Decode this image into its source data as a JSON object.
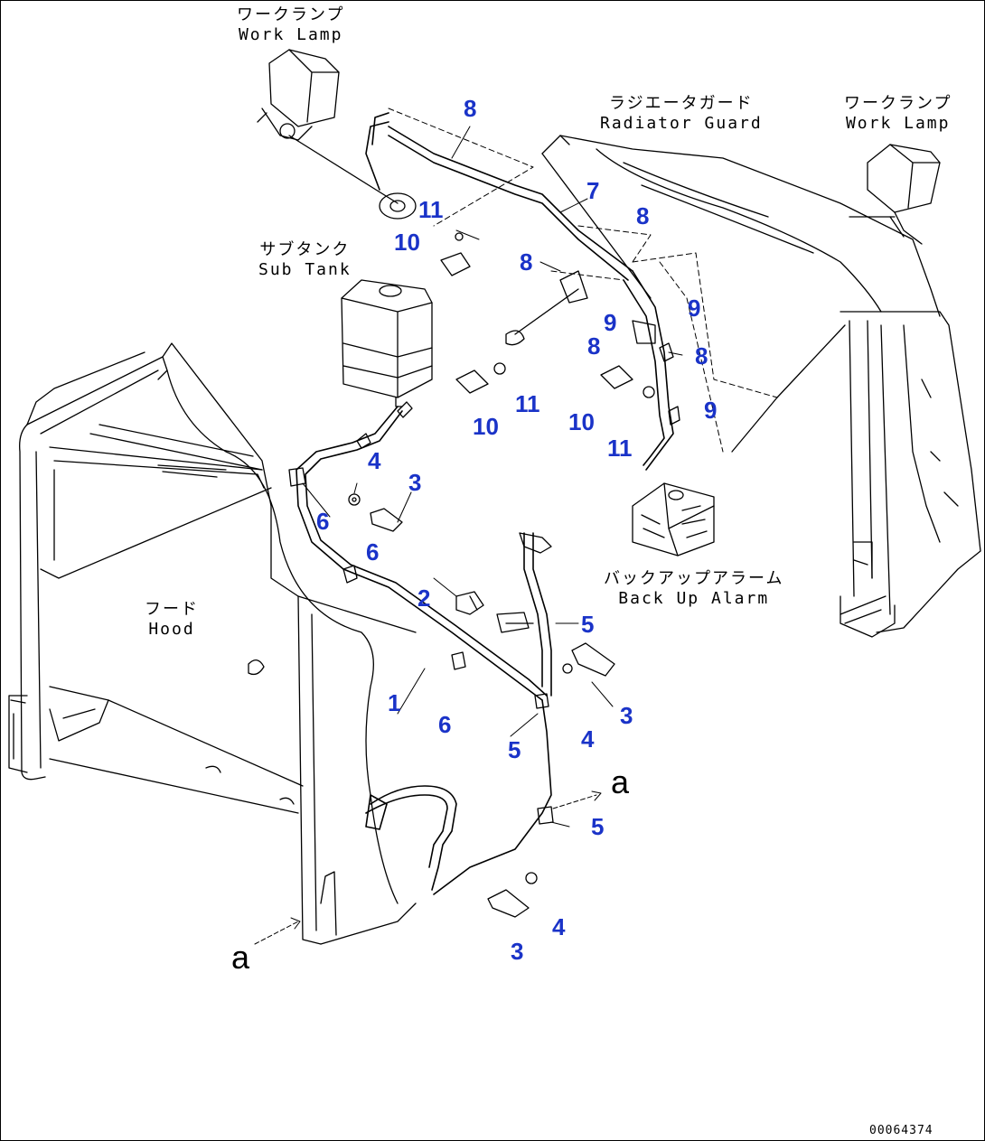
{
  "component_labels": [
    {
      "id": "work-lamp-left",
      "jp": "ワークランプ",
      "en": "Work Lamp"
    },
    {
      "id": "radiator-guard",
      "jp": "ラジエータガード",
      "en": "Radiator Guard"
    },
    {
      "id": "work-lamp-right",
      "jp": "ワークランプ",
      "en": "Work Lamp"
    },
    {
      "id": "sub-tank",
      "jp": "サブタンク",
      "en": "Sub Tank"
    },
    {
      "id": "hood",
      "jp": "フード",
      "en": "Hood"
    },
    {
      "id": "back-up-alarm",
      "jp": "バックアップアラーム",
      "en": "Back Up Alarm"
    }
  ],
  "callouts": [
    "8",
    "7",
    "8",
    "11",
    "10",
    "8",
    "9",
    "9",
    "8",
    "8",
    "11",
    "10",
    "10",
    "11",
    "9",
    "4",
    "3",
    "6",
    "6",
    "2",
    "5",
    "1",
    "6",
    "3",
    "5",
    "4",
    "5",
    "3",
    "4"
  ],
  "reference_marks": [
    "a",
    "a"
  ],
  "drawing_code": "00064374"
}
